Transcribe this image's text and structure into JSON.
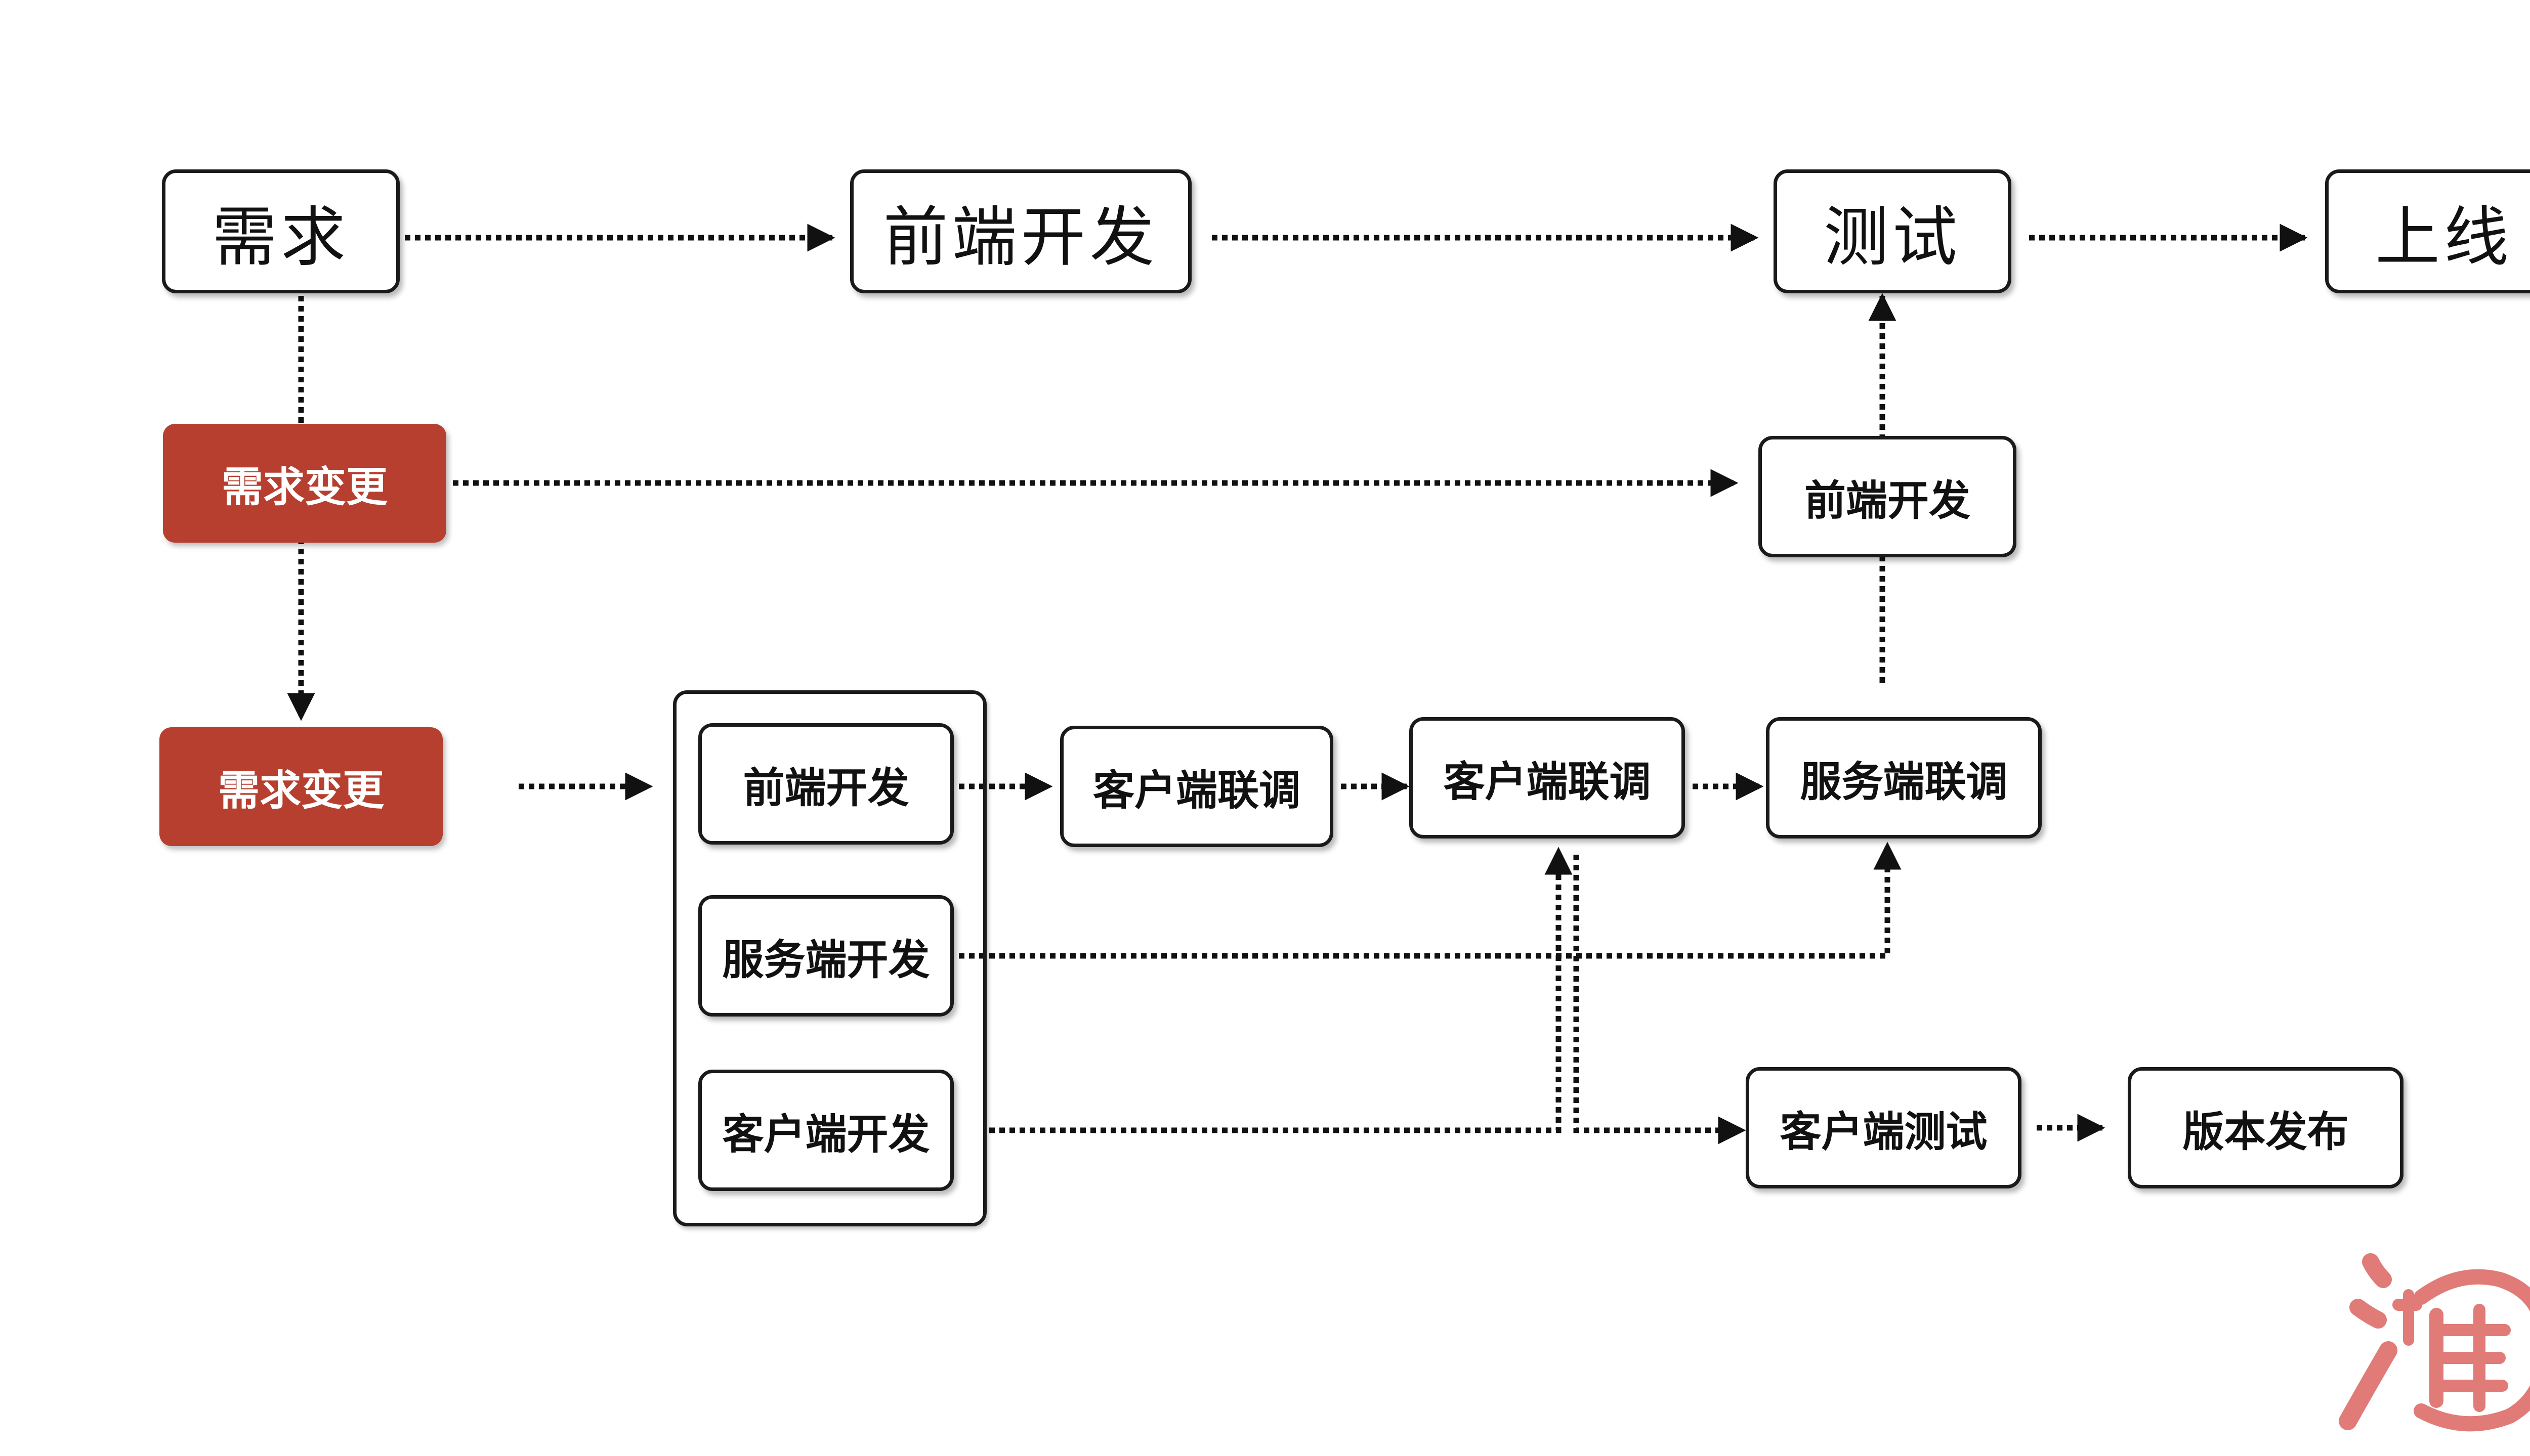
{
  "flow": {
    "top": {
      "requirement": "需求",
      "frontend": "前端开发",
      "testing": "测试",
      "launch": "上线"
    },
    "change_a": {
      "label": "需求变更",
      "frontend": "前端开发"
    },
    "change_b": {
      "label": "需求变更",
      "frontend_dev": "前端开发",
      "server_dev": "服务端开发",
      "client_dev": "客户端开发",
      "client_joint_1": "客户端联调",
      "client_joint_2": "客户端联调",
      "server_joint": "服务端联调",
      "client_test": "客户端测试",
      "release": "版本发布"
    }
  },
  "colors": {
    "change_fill": "#b63f2f",
    "border": "#1a1a1a",
    "arrow": "#111111",
    "logo": "#e07b78"
  },
  "logo": {
    "icon": "taobao-tao-logo"
  }
}
